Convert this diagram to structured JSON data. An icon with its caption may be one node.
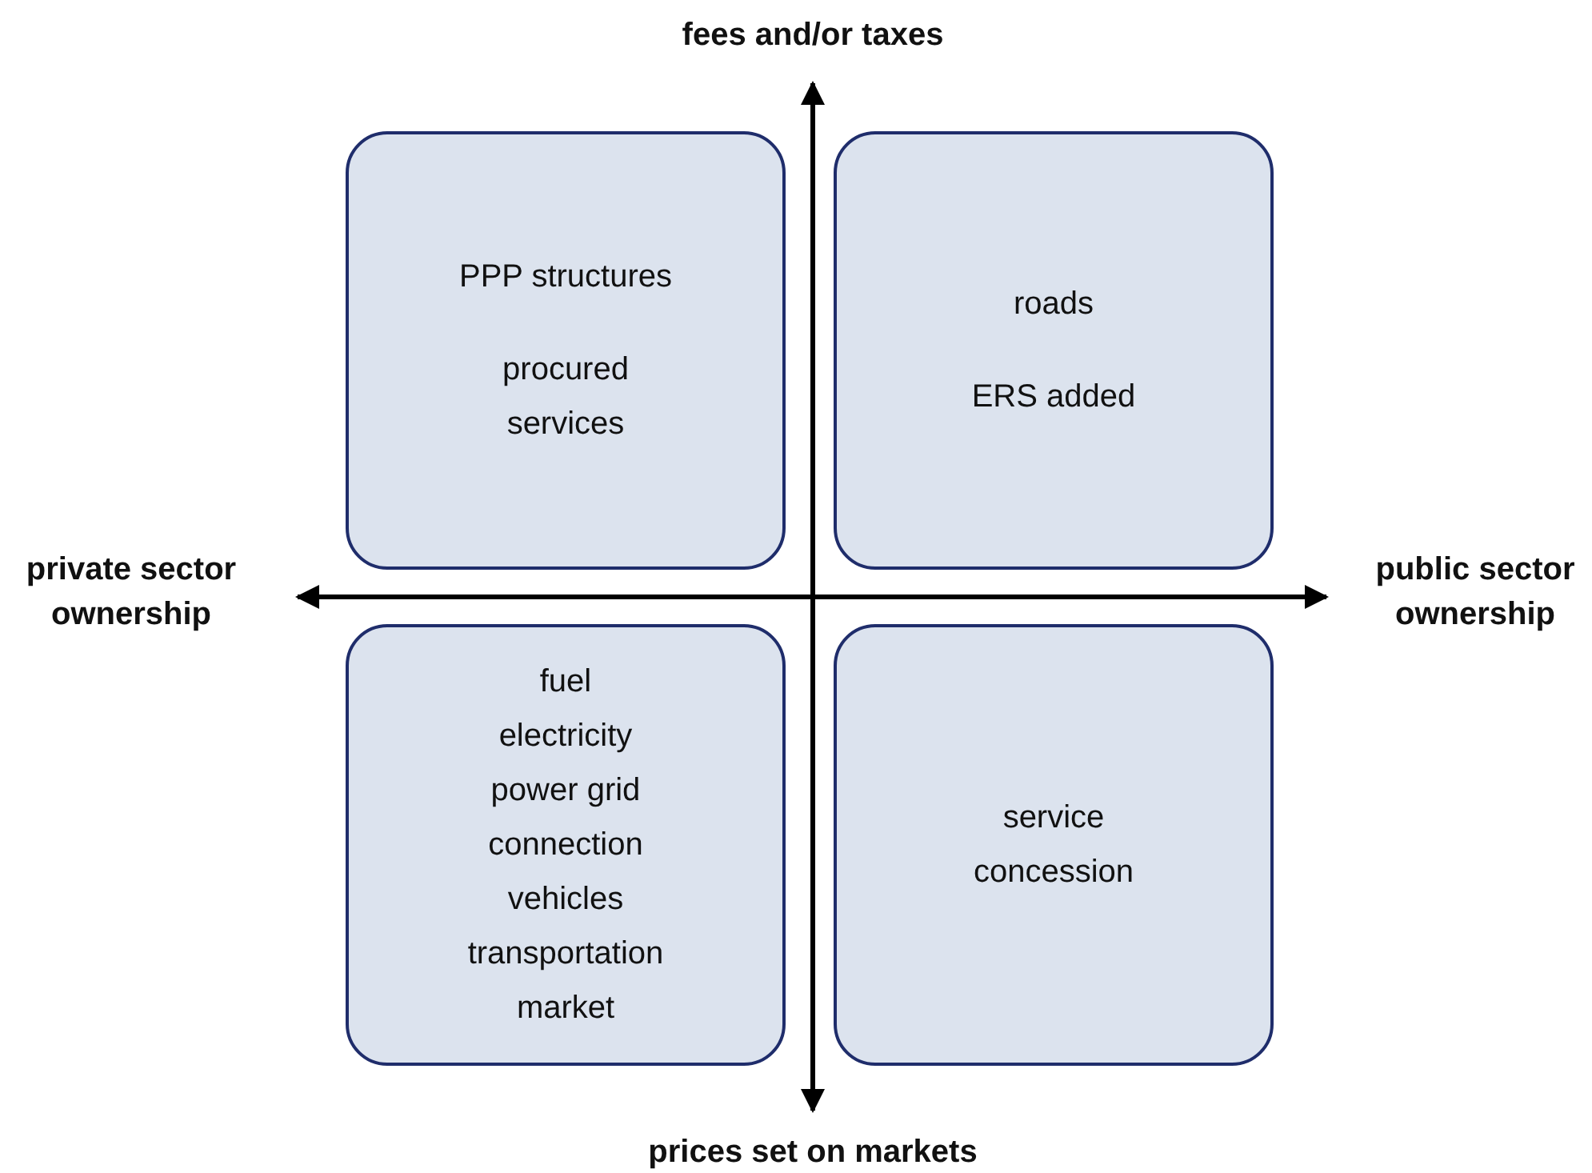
{
  "diagram": {
    "nodes": [
      {
        "text": [
          "PPP structures",
          "procured services"
        ]
      },
      {
        "text": [
          "roads",
          "ERS added"
        ]
      },
      {
        "text": [
          "fuel",
          "electricity",
          "power grid connection",
          "vehicles",
          "transportation market"
        ]
      },
      {
        "text": [
          "service concession"
        ]
      }
    ],
    "labels": [
      "fees and/or taxes",
      "private sector ownership",
      "public sector ownership",
      "prices set on markets"
    ]
  }
}
